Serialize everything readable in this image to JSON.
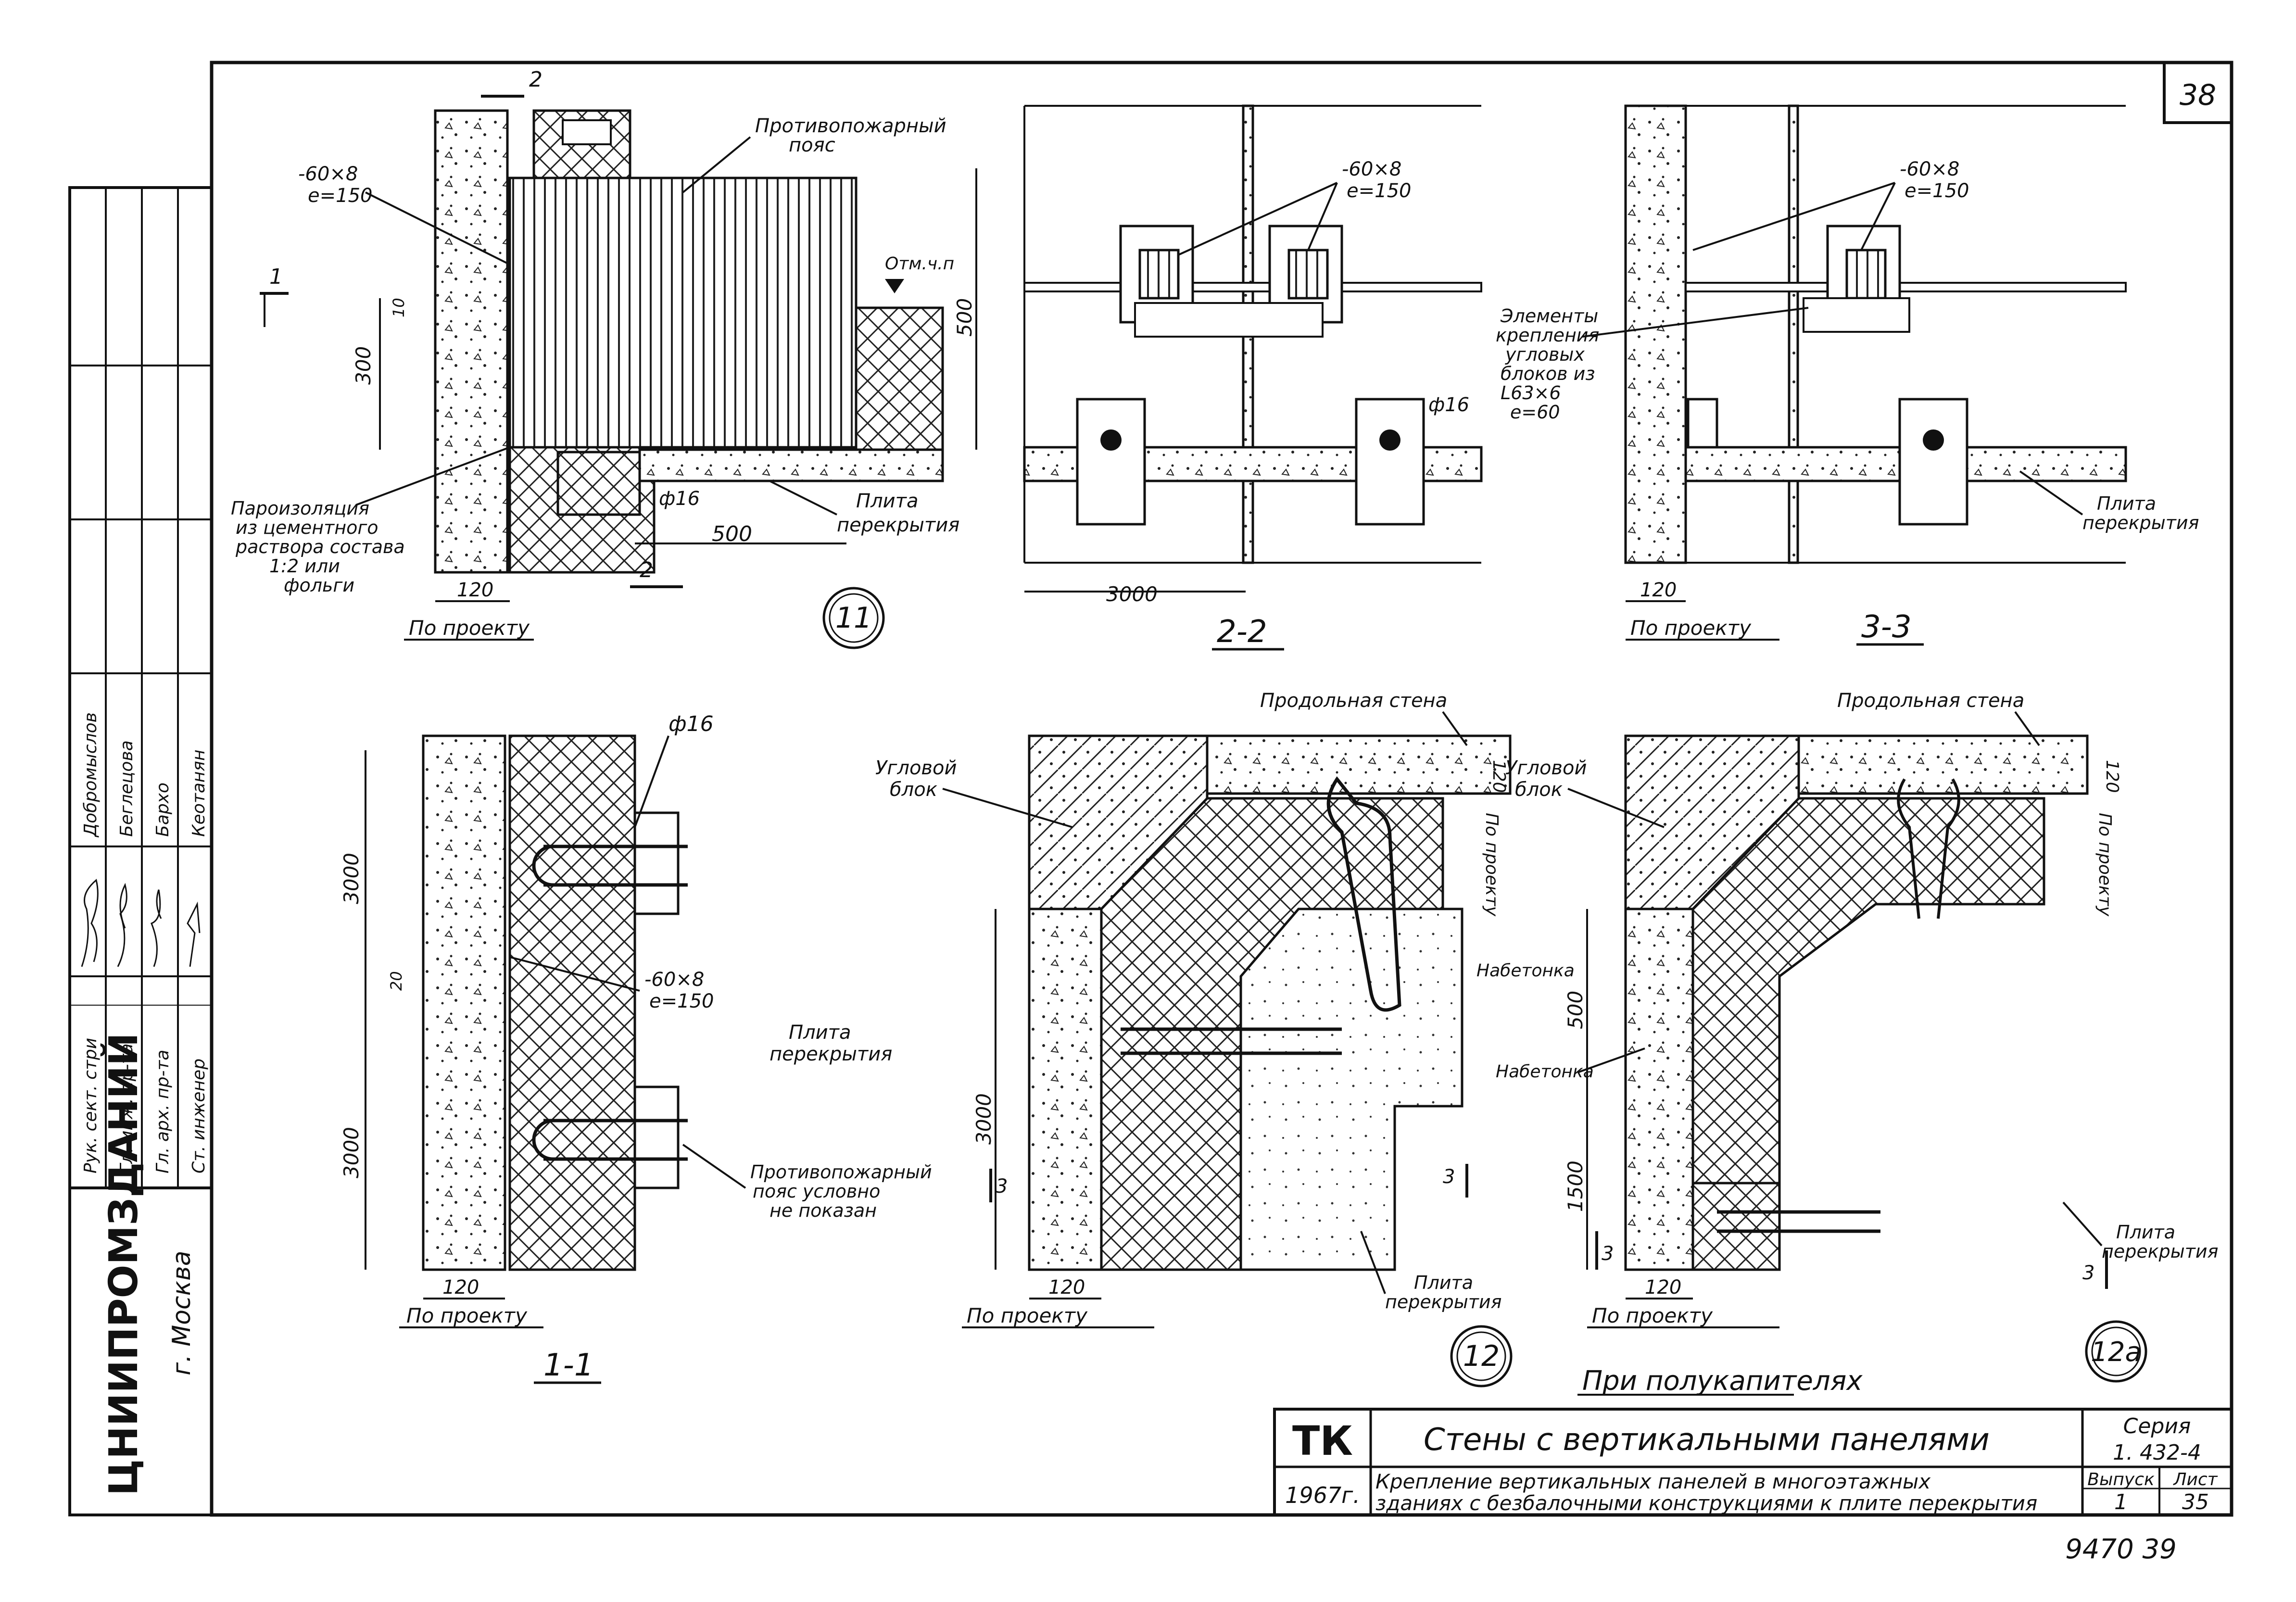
{
  "sheet": {
    "page_number": "38",
    "page_footer_number": "9470  39"
  },
  "stamp": {
    "org_name": "ЦНИИПРОМЗДАНИЙ",
    "city": "г. Москва",
    "roles": [
      "Рук. сект. стри",
      "Гл. инж. пр-та",
      "Гл. арх. пр-та",
      "Ст. инженер"
    ],
    "names": [
      "Добромыслов",
      "Беглецова",
      "Бархо",
      "Кеотанян"
    ]
  },
  "title_block": {
    "code": "ТК",
    "year": "1967г.",
    "title": "Стены с вертикальными панелями",
    "subtitle_line1": "Крепление вертикальных панелей в многоэтажных",
    "subtitle_line2": "зданиях с безбалочными конструкциями к плите перекрытия",
    "series_label": "Серия",
    "series_value": "1. 432-4",
    "issue_label": "Выпуск",
    "issue_value": "1",
    "sheet_label": "Лист",
    "sheet_value": "35"
  },
  "detail_11": {
    "marker": "11",
    "fire_belt": "Противопожарный",
    "fire_belt_2": "пояс",
    "bar": "-60×8",
    "bar_step": "e=150",
    "elev": "Отм.ч.п",
    "dim_500_v": "500",
    "dim_300": "300",
    "dim_10": "10",
    "vapor_1": "Пароизоляция",
    "vapor_2": "из цементного",
    "vapor_3": "раствора состава",
    "vapor_4": "1:2 или",
    "vapor_5": "фольги",
    "phi16": "ф16",
    "dim_500_h": "500",
    "slab_1": "Плита",
    "slab_2": "перекрытия",
    "dim_120": "120",
    "per_project": "По проекту",
    "sec1": "1",
    "sec2": "2"
  },
  "section_2_2": {
    "label": "2-2",
    "bar": "-60×8",
    "bar_step": "e=150",
    "phi16": "ф16",
    "dim_3000": "3000"
  },
  "section_3_3": {
    "label": "3-3",
    "bar": "-60×8",
    "bar_step": "e=150",
    "elem_1": "Элементы",
    "elem_2": "крепления",
    "elem_3": "угловых",
    "elem_4": "блоков из",
    "elem_5": "L63×6",
    "elem_6": "e=60",
    "slab_1": "Плита",
    "slab_2": "перекрытия",
    "dim_120": "120",
    "per_project": "По проекту"
  },
  "section_1_1": {
    "label": "1-1",
    "phi16": "ф16",
    "dim_3000a": "3000",
    "dim_3000b": "3000",
    "dim_20": "20",
    "bar": "-60×8",
    "bar_step": "e=150",
    "slab_1": "Плита",
    "slab_2": "перекрытия",
    "fire_1": "Противопожарный",
    "fire_2": "пояс условно",
    "fire_3": "не показан",
    "dim_120": "120",
    "per_project": "По проекту"
  },
  "detail_12": {
    "marker": "12",
    "long_wall": "Продольная стена",
    "corner_1": "Угловой",
    "corner_2": "блок",
    "dim_120": "120",
    "per_project_v": "По проекту",
    "nabetonka": "Набетонка",
    "dim_3000": "3000",
    "slab_1": "Плита",
    "slab_2": "перекрытия",
    "dim_120b": "120",
    "per_project": "По проекту",
    "sec3": "3"
  },
  "detail_12a": {
    "marker": "12а",
    "long_wall": "Продольная стена",
    "corner_1": "Угловой",
    "corner_2": "блок",
    "dim_120": "120",
    "per_project_v": "По проекту",
    "nabetonka": "Набетонка",
    "dim_500": "500",
    "dim_1500": "1500",
    "slab_1": "Плита",
    "slab_2": "перекрытия",
    "dim_120b": "120",
    "per_project": "По проекту",
    "caption": "При полукапителях",
    "sec3": "3"
  }
}
